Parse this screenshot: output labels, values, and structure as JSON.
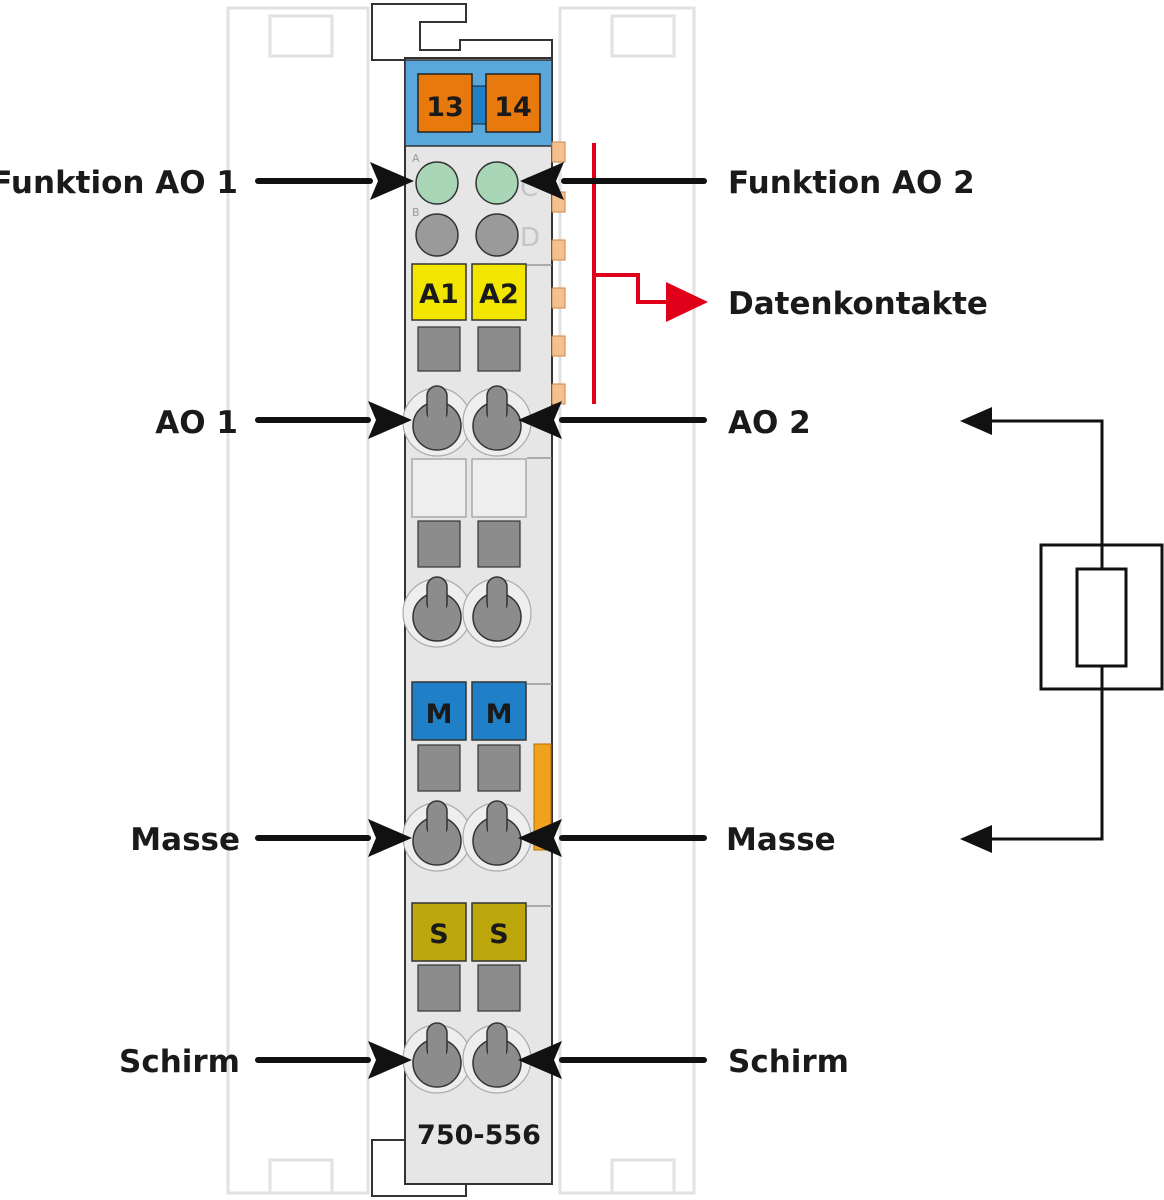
{
  "labels": {
    "left": {
      "funktion_ao1": "Funktion AO 1",
      "ao1": "AO 1",
      "masse": "Masse",
      "schirm": "Schirm"
    },
    "right": {
      "funktion_ao2": "Funktion AO 2",
      "datenkontakte": "Datenkontakte",
      "ao2": "AO 2",
      "masse": "Masse",
      "schirm": "Schirm"
    }
  },
  "module": {
    "part_number": "750-556",
    "top_markers": [
      "13",
      "14"
    ],
    "marker_a": [
      "A1",
      "A2"
    ],
    "marker_m": [
      "M",
      "M"
    ],
    "marker_s": [
      "S",
      "S"
    ],
    "led_letters": [
      "A",
      "B",
      "C",
      "D"
    ]
  },
  "colors": {
    "orange": "#e8790c",
    "blue_header": "#5aa8db",
    "yellow": "#f2e600",
    "blue_marker": "#1f80c8",
    "olive": "#bca80c",
    "led_green": "#a9d6b6",
    "led_gray": "#9a9a9a",
    "red": "#e0001a",
    "module_body": "#e6e6e6"
  }
}
